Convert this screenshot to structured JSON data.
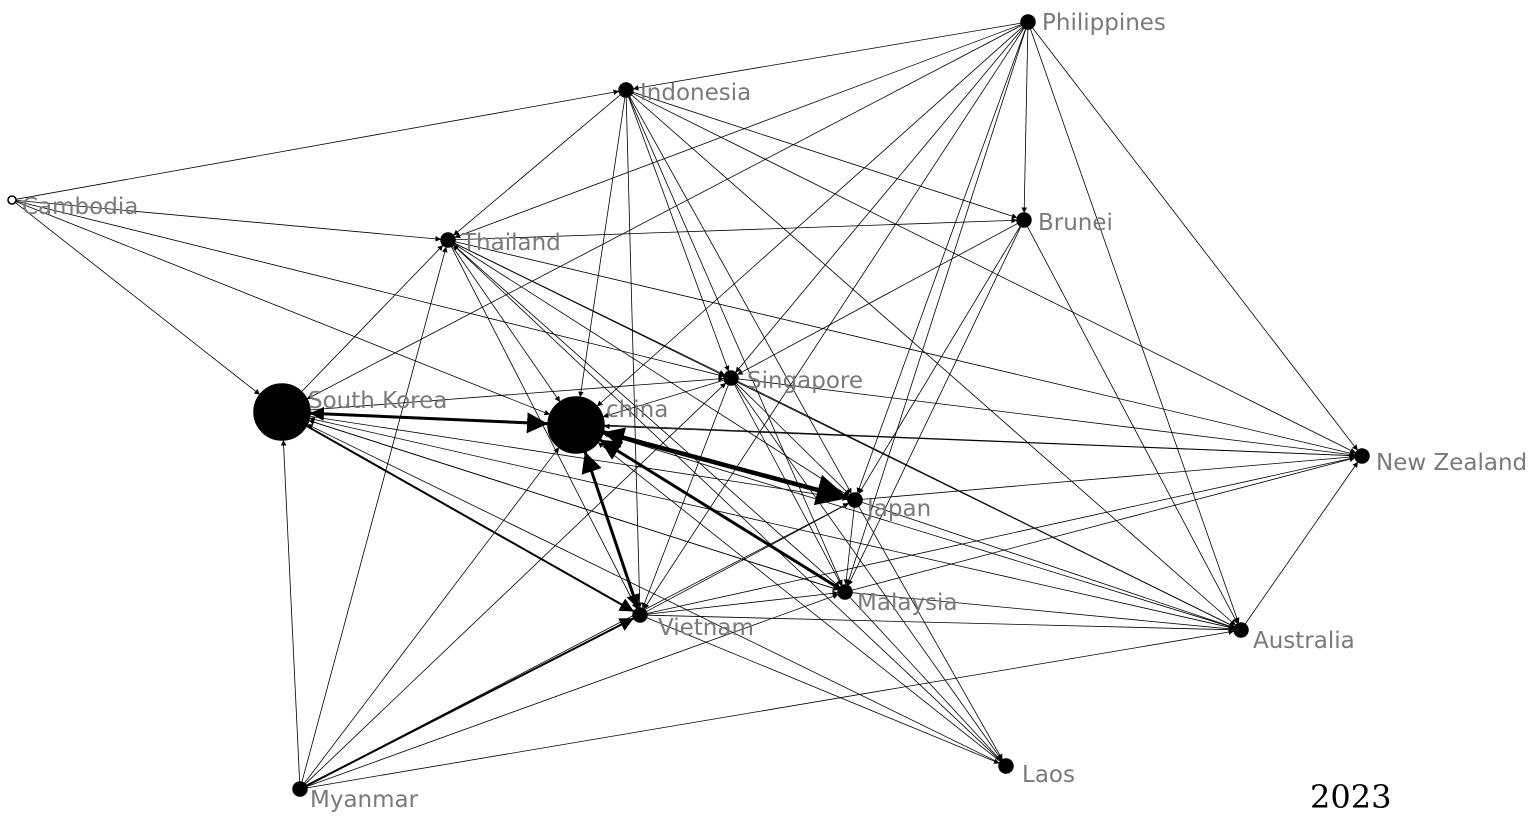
{
  "year": "2023",
  "network": {
    "nodes": [
      {
        "id": "china",
        "label": "china",
        "size": "large"
      },
      {
        "id": "south_korea",
        "label": "South Korea",
        "size": "large"
      },
      {
        "id": "japan",
        "label": "Japan",
        "size": "small"
      },
      {
        "id": "singapore",
        "label": "Singapore",
        "size": "small"
      },
      {
        "id": "malaysia",
        "label": "Malaysia",
        "size": "small"
      },
      {
        "id": "vietnam",
        "label": "Vietnam",
        "size": "small"
      },
      {
        "id": "thailand",
        "label": "Thailand",
        "size": "small"
      },
      {
        "id": "indonesia",
        "label": "Indonesia",
        "size": "small"
      },
      {
        "id": "philippines",
        "label": "Philippines",
        "size": "small"
      },
      {
        "id": "brunei",
        "label": "Brunei",
        "size": "small"
      },
      {
        "id": "cambodia",
        "label": "Cambodia",
        "size": "tiny"
      },
      {
        "id": "new_zealand",
        "label": "New Zealand",
        "size": "small"
      },
      {
        "id": "australia",
        "label": "Australia",
        "size": "small"
      },
      {
        "id": "myanmar",
        "label": "Myanmar",
        "size": "small"
      },
      {
        "id": "laos",
        "label": "Laos",
        "size": "small"
      }
    ],
    "edges": [
      [
        "south_korea",
        "china",
        3
      ],
      [
        "china",
        "south_korea",
        2
      ],
      [
        "china",
        "japan",
        4
      ],
      [
        "japan",
        "china",
        3
      ],
      [
        "malaysia",
        "china",
        3
      ],
      [
        "vietnam",
        "china",
        3
      ],
      [
        "china",
        "vietnam",
        2
      ],
      [
        "south_korea",
        "vietnam",
        2
      ],
      [
        "south_korea",
        "malaysia",
        1
      ],
      [
        "south_korea",
        "japan",
        1
      ],
      [
        "south_korea",
        "singapore",
        1
      ],
      [
        "south_korea",
        "thailand",
        1
      ],
      [
        "myanmar",
        "south_korea",
        1
      ],
      [
        "cambodia",
        "south_korea",
        1
      ],
      [
        "cambodia",
        "thailand",
        1
      ],
      [
        "cambodia",
        "indonesia",
        1
      ],
      [
        "cambodia",
        "china",
        1
      ],
      [
        "cambodia",
        "singapore",
        1
      ],
      [
        "indonesia",
        "thailand",
        1
      ],
      [
        "indonesia",
        "china",
        1
      ],
      [
        "indonesia",
        "singapore",
        1
      ],
      [
        "indonesia",
        "japan",
        1
      ],
      [
        "indonesia",
        "malaysia",
        1
      ],
      [
        "indonesia",
        "brunei",
        1
      ],
      [
        "indonesia",
        "vietnam",
        1
      ],
      [
        "indonesia",
        "new_zealand",
        1
      ],
      [
        "indonesia",
        "australia",
        1
      ],
      [
        "philippines",
        "indonesia",
        1
      ],
      [
        "philippines",
        "thailand",
        1
      ],
      [
        "philippines",
        "brunei",
        1
      ],
      [
        "philippines",
        "singapore",
        1
      ],
      [
        "philippines",
        "japan",
        1
      ],
      [
        "philippines",
        "malaysia",
        1
      ],
      [
        "philippines",
        "vietnam",
        1
      ],
      [
        "philippines",
        "china",
        1
      ],
      [
        "philippines",
        "new_zealand",
        1
      ],
      [
        "philippines",
        "australia",
        1
      ],
      [
        "philippines",
        "south_korea",
        1
      ],
      [
        "thailand",
        "singapore",
        1
      ],
      [
        "thailand",
        "china",
        1
      ],
      [
        "thailand",
        "japan",
        1
      ],
      [
        "thailand",
        "malaysia",
        1
      ],
      [
        "thailand",
        "vietnam",
        1
      ],
      [
        "thailand",
        "brunei",
        1
      ],
      [
        "thailand",
        "new_zealand",
        1
      ],
      [
        "thailand",
        "australia",
        1
      ],
      [
        "singapore",
        "china",
        1
      ],
      [
        "singapore",
        "japan",
        1
      ],
      [
        "singapore",
        "malaysia",
        1
      ],
      [
        "singapore",
        "vietnam",
        1
      ],
      [
        "singapore",
        "new_zealand",
        1
      ],
      [
        "singapore",
        "australia",
        1
      ],
      [
        "singapore",
        "laos",
        1
      ],
      [
        "brunei",
        "singapore",
        1
      ],
      [
        "brunei",
        "japan",
        1
      ],
      [
        "brunei",
        "malaysia",
        1
      ],
      [
        "brunei",
        "australia",
        1
      ],
      [
        "japan",
        "malaysia",
        1
      ],
      [
        "japan",
        "new_zealand",
        1
      ],
      [
        "japan",
        "australia",
        1
      ],
      [
        "japan",
        "laos",
        1
      ],
      [
        "vietnam",
        "japan",
        1
      ],
      [
        "vietnam",
        "malaysia",
        1
      ],
      [
        "vietnam",
        "australia",
        1
      ],
      [
        "vietnam",
        "new_zealand",
        1
      ],
      [
        "vietnam",
        "laos",
        1
      ],
      [
        "malaysia",
        "new_zealand",
        1
      ],
      [
        "malaysia",
        "australia",
        1
      ],
      [
        "malaysia",
        "laos",
        1
      ],
      [
        "malaysia",
        "south_korea",
        1
      ],
      [
        "australia",
        "new_zealand",
        1
      ],
      [
        "new_zealand",
        "china",
        1
      ],
      [
        "new_zealand",
        "south_korea",
        1
      ],
      [
        "australia",
        "south_korea",
        1
      ],
      [
        "australia",
        "china",
        1
      ],
      [
        "myanmar",
        "china",
        1
      ],
      [
        "myanmar",
        "vietnam",
        2
      ],
      [
        "myanmar",
        "thailand",
        1
      ],
      [
        "myanmar",
        "malaysia",
        1
      ],
      [
        "myanmar",
        "japan",
        1
      ],
      [
        "myanmar",
        "singapore",
        1
      ],
      [
        "myanmar",
        "australia",
        1
      ],
      [
        "laos",
        "china",
        1
      ],
      [
        "laos",
        "south_korea",
        1
      ],
      [
        "laos",
        "thailand",
        1
      ]
    ]
  }
}
